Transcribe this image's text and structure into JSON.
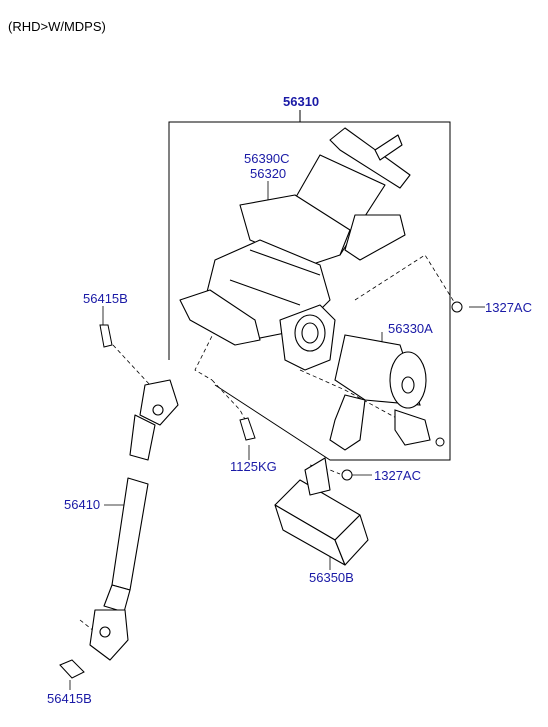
{
  "header": {
    "variant": "(RHD>W/MDPS)"
  },
  "colors": {
    "label": "#1a1aa6",
    "line": "#000000",
    "fill": "#ffffff"
  },
  "callouts": {
    "assembly": "56310",
    "column_a": "56390C",
    "column_b": "56320",
    "bolt_upper": "56415B",
    "nut_right": "1327AC",
    "motor": "56330A",
    "bolt_mid": "1125KG",
    "nut_lower": "1327AC",
    "shaft": "56410",
    "ecu": "56350B",
    "bolt_lower": "56415B"
  }
}
